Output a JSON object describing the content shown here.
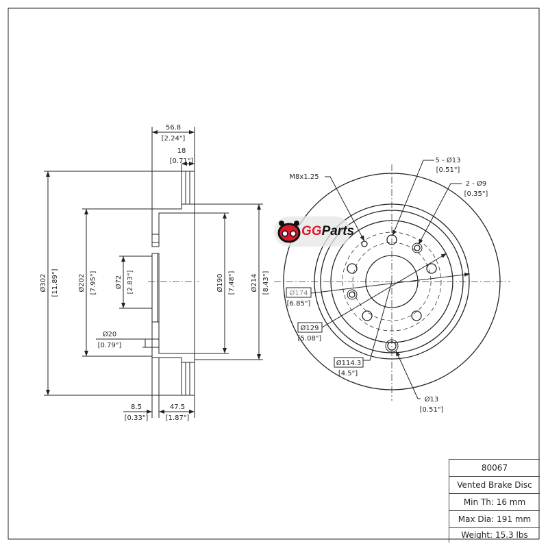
{
  "side_view": {
    "overall_width": "56.8",
    "overall_width_in": "[2.24\"]",
    "rotor_thickness": "18",
    "rotor_thickness_in": "[0.71\"]",
    "outer_dia": "Ø302",
    "outer_dia_in": "[11.89\"]",
    "hat_dia": "Ø202",
    "hat_dia_in": "[7.95\"]",
    "center_bore": "Ø72",
    "center_bore_in": "[2.83\"]",
    "inner_dia": "Ø190",
    "inner_dia_in": "[7.48\"]",
    "inner_face_dia": "Ø214",
    "inner_face_dia_in": "[8.43\"]",
    "hole_dia": "Ø20",
    "hole_dia_in": "[0.79\"]",
    "hat_thickness": "8.5",
    "hat_thickness_in": "[0.33\"]",
    "hat_height": "47.5",
    "hat_height_in": "[1.87\"]"
  },
  "front_view": {
    "thread": "M8x1.25",
    "bolt_holes": "5 - Ø13",
    "bolt_holes_in": "[0.51\"]",
    "pin_holes": "2 - Ø9",
    "pin_holes_in": "[0.35\"]",
    "dia_174": "Ø174",
    "dia_174_in": "[6.85\"]",
    "dia_129": "Ø129",
    "dia_129_in": "[5.08\"]",
    "pcd": "Ø114.3",
    "pcd_in": "[4.5\"]",
    "hole": "Ø13",
    "hole_in": "[0.51\"]"
  },
  "logo": {
    "brand_a": "GG",
    "brand_b": "Parts"
  },
  "spec_table": {
    "part_number": "80067",
    "type": "Vented Brake Disc",
    "min_th": "Min Th: 16 mm",
    "max_dia": "Max Dia: 191 mm",
    "weight": "Weight: 15.3 lbs"
  }
}
